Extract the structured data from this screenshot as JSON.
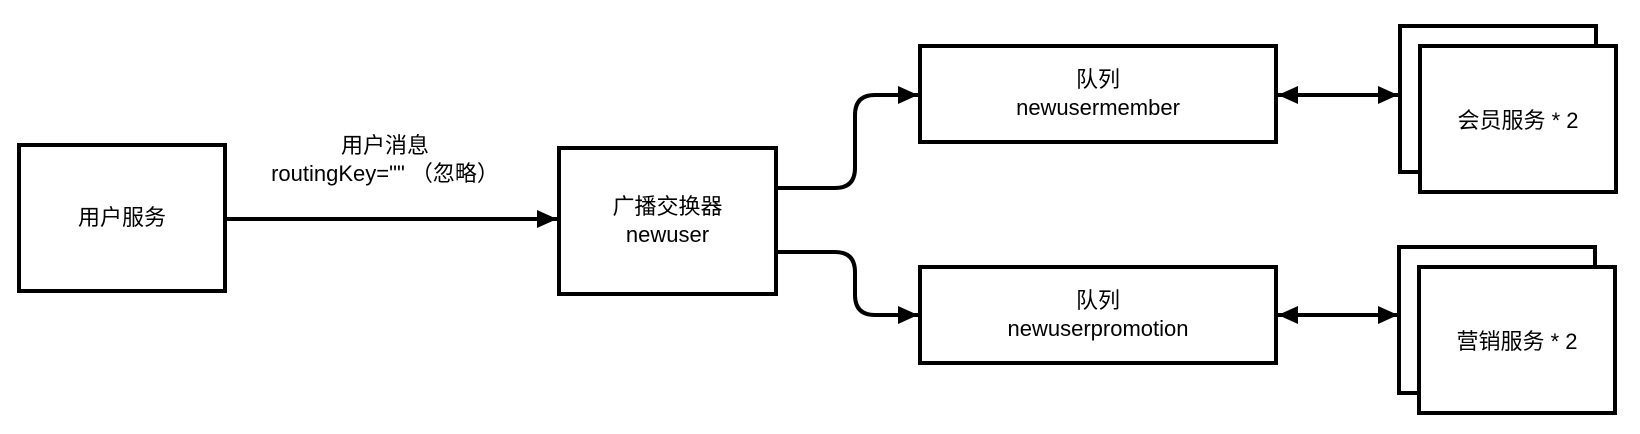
{
  "diagram": {
    "nodes": {
      "user_service": {
        "label": "用户服务"
      },
      "exchange": {
        "line1": "广播交换器",
        "line2": "newuser"
      },
      "queue_member": {
        "line1": "队列",
        "line2": "newusermember"
      },
      "queue_promotion": {
        "line1": "队列",
        "line2": "newuserpromotion"
      },
      "member_service": {
        "label": "会员服务 * 2"
      },
      "promotion_service": {
        "label": "营销服务 * 2"
      }
    },
    "edges": {
      "publish": {
        "line1": "用户消息",
        "line2": "routingKey=\"\" （忽略）"
      }
    },
    "colors": {
      "stroke": "#000000",
      "background": "#ffffff",
      "text": "#000000"
    }
  }
}
